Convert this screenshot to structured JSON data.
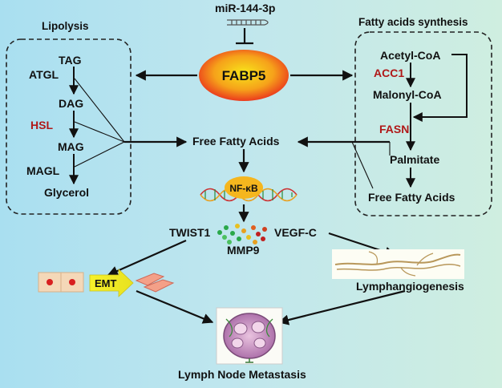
{
  "top": {
    "mir": "miR-144-3p",
    "fabp5": "FABP5"
  },
  "lipolysis": {
    "title": "Lipolysis",
    "tag": "TAG",
    "atgl": "ATGL",
    "dag": "DAG",
    "hsl": "HSL",
    "mag": "MAG",
    "magl": "MAGL",
    "glycerol": "Glycerol"
  },
  "synthesis": {
    "title": "Fatty acids synthesis",
    "acetyl": "Acetyl-CoA",
    "acc1": "ACC1",
    "malonyl": "Malonyl-CoA",
    "fasn": "FASN",
    "palmitate": "Palmitate",
    "ffa": "Free Fatty Acids"
  },
  "center": {
    "ffa": "Free Fatty Acids",
    "nfkb": "NF-κB"
  },
  "effectors": {
    "twist1": "TWIST1",
    "vegfc": "VEGF-C",
    "mmp9": "MMP9"
  },
  "outcomes": {
    "emt": "EMT",
    "lymphangiogenesis": "Lymphangiogenesis",
    "metastasis": "Lymph Node Metastasis"
  },
  "colors": {
    "enzyme_red": "#b01818",
    "fabp5_red": "#e8231e",
    "fabp5_yellow": "#f7e51a"
  }
}
